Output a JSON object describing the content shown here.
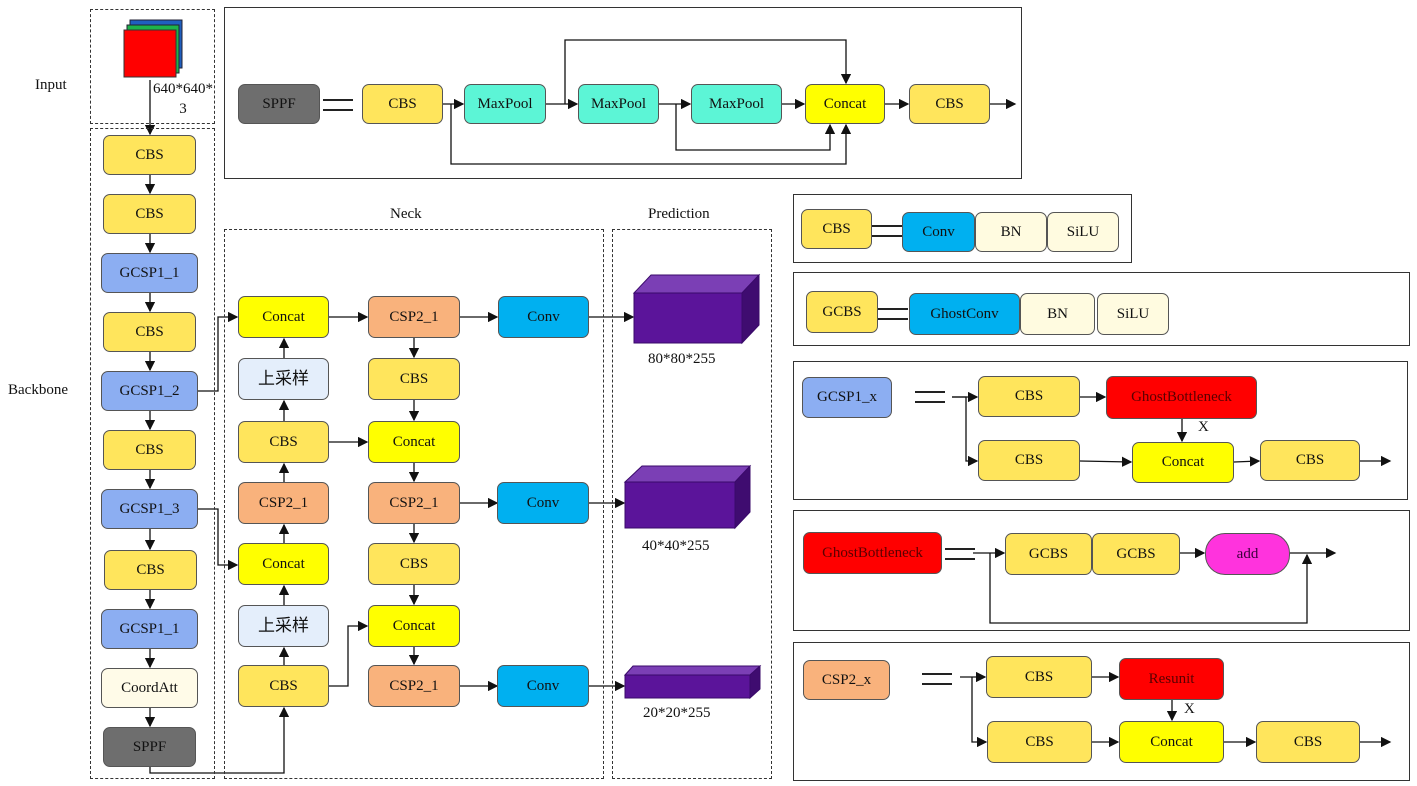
{
  "labels": {
    "input": "Input",
    "backbone": "Backbone",
    "neck": "Neck",
    "prediction": "Prediction",
    "input_size": "640*640*3"
  },
  "backbone": [
    "CBS",
    "CBS",
    "GCSP1_1",
    "CBS",
    "GCSP1_2",
    "CBS",
    "GCSP1_3",
    "CBS",
    "GCSP1_1",
    "CoordAtt",
    "SPPF"
  ],
  "neck": {
    "col1": [
      "Concat",
      "上采样",
      "CBS",
      "CSP2_1",
      "Concat",
      "上采样",
      "CBS"
    ],
    "col2": [
      "CSP2_1",
      "CBS",
      "Concat",
      "CSP2_1",
      "CBS",
      "Concat",
      "CSP2_1"
    ],
    "col3": [
      "Conv",
      "Conv",
      "Conv"
    ]
  },
  "prediction": {
    "outputs": [
      "80*80*255",
      "40*40*255",
      "20*20*255"
    ],
    "cube_color": "#5b149a"
  },
  "sppf_def": [
    "SPPF",
    "CBS",
    "MaxPool",
    "MaxPool",
    "MaxPool",
    "Concat",
    "CBS"
  ],
  "cbs_def": [
    "CBS",
    "Conv",
    "BN",
    "SiLU"
  ],
  "gcbs_def": [
    "GCBS",
    "GhostConv",
    "BN",
    "SiLU"
  ],
  "gcsp_def": {
    "name": "GCSP1_x",
    "top": [
      "CBS",
      "GhostBottleneck"
    ],
    "bottom": [
      "CBS",
      "Concat",
      "CBS"
    ],
    "repeat": "X"
  },
  "ghost_def": {
    "name": "GhostBottleneck",
    "blocks": [
      "GCBS",
      "GCBS",
      "add"
    ]
  },
  "csp2_def": {
    "name": "CSP2_x",
    "top": [
      "CBS",
      "Resunit"
    ],
    "bottom": [
      "CBS",
      "Concat",
      "CBS"
    ],
    "repeat": "X"
  },
  "colors": {
    "cbs": "#ffe55c",
    "concat": "#ffff00",
    "gcsp": "#8caef2",
    "csp2": "#f9b27c",
    "conv": "#00b0f0",
    "maxpool": "#5cf5d6",
    "sppf": "#6e6e6e",
    "ghost": "#ff0000",
    "add": "#ff33dd"
  }
}
